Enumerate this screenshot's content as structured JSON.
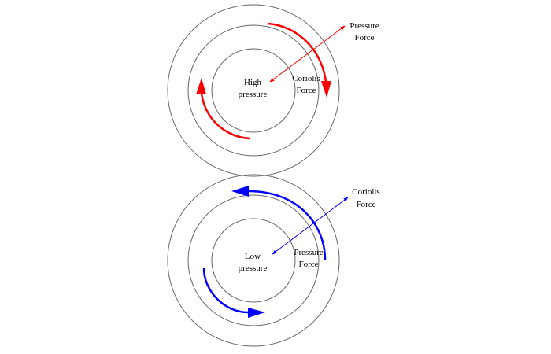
{
  "colors": {
    "ring": "#666666",
    "high_arrow": "#ff0000",
    "low_arrow": "#0000ff",
    "background": "#ffffff",
    "text": "#000000"
  },
  "high": {
    "center_label_1": "High",
    "center_label_2": "pressure",
    "inner_force_1": "Coriolis",
    "inner_force_2": "Force",
    "outer_force_1": "Pressure",
    "outer_force_2": "Force"
  },
  "low": {
    "center_label_1": "Low",
    "center_label_2": "pressure",
    "inner_force_1": "Pressure",
    "inner_force_2": "Force",
    "outer_force_1": "Coriolis",
    "outer_force_2": "Force"
  }
}
